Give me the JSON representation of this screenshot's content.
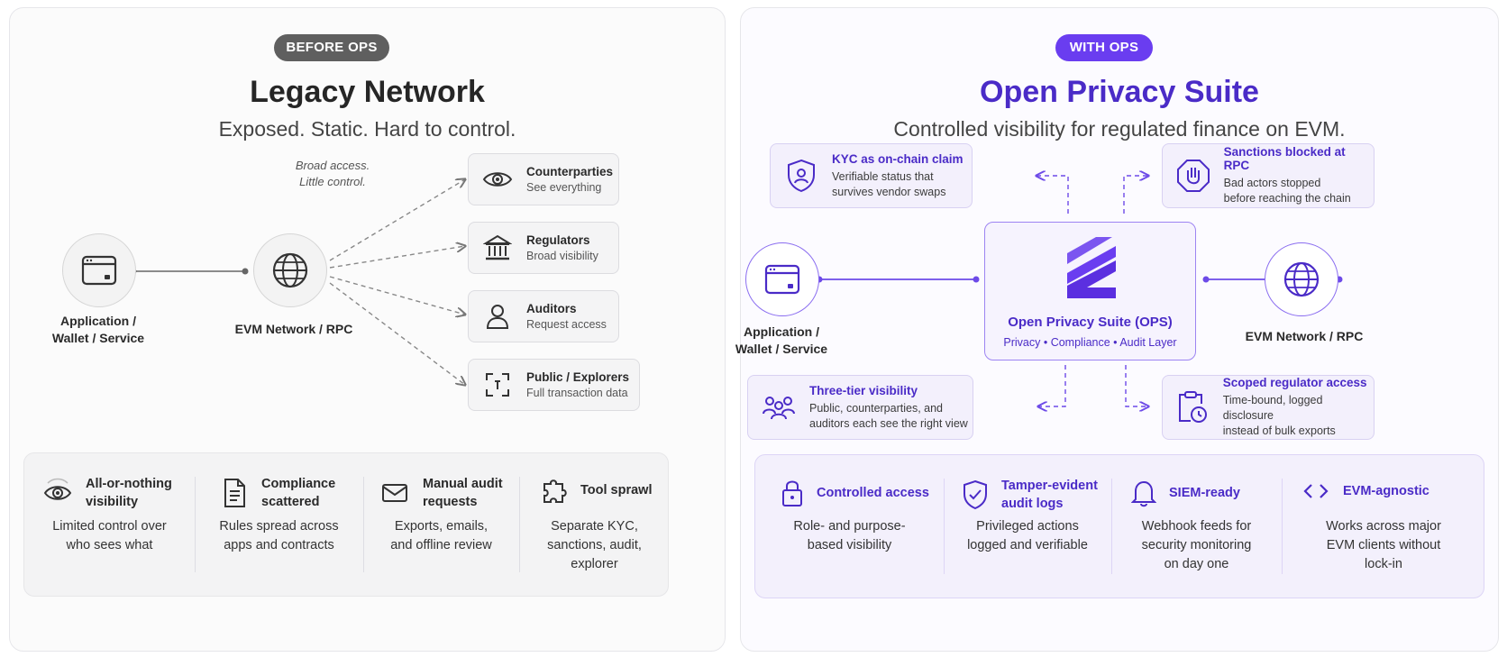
{
  "left": {
    "badge": "BEFORE OPS",
    "title": "Legacy Network",
    "subtitle": "Exposed. Static. Hard to control.",
    "note_line1": "Broad access.",
    "note_line2": "Little control.",
    "node_app_line1": "Application /",
    "node_app_line2": "Wallet / Service",
    "node_evm": "EVM Network / RPC",
    "cards": [
      {
        "title": "Counterparties",
        "desc": "See everything",
        "icon": "eye-icon"
      },
      {
        "title": "Regulators",
        "desc": "Broad visibility",
        "icon": "bank-icon"
      },
      {
        "title": "Auditors",
        "desc": "Request access",
        "icon": "person-icon"
      },
      {
        "title": "Public / Explorers",
        "desc": "Full transaction data",
        "icon": "scan-icon"
      }
    ],
    "features": [
      {
        "title_line1": "All-or-nothing",
        "title_line2": "visibility",
        "desc_line1": "Limited control over",
        "desc_line2": "who sees what",
        "icon": "eye-icon"
      },
      {
        "title_line1": "Compliance",
        "title_line2": "scattered",
        "desc_line1": "Rules spread across",
        "desc_line2": "apps and contracts",
        "icon": "document-icon"
      },
      {
        "title_line1": "Manual audit",
        "title_line2": "requests",
        "desc_line1": "Exports, emails,",
        "desc_line2": "and offline review",
        "icon": "mail-icon"
      },
      {
        "title_line1": "Tool sprawl",
        "desc_line1": "Separate KYC,",
        "desc_line2": "sanctions, audit,",
        "desc_line3": "explorer",
        "icon": "puzzle-icon"
      }
    ]
  },
  "right": {
    "badge": "WITH OPS",
    "title": "Open Privacy Suite",
    "subtitle": "Controlled visibility for regulated finance on EVM.",
    "node_app_line1": "Application /",
    "node_app_line2": "Wallet / Service",
    "node_evm": "EVM Network / RPC",
    "center_title": "Open Privacy Suite (OPS)",
    "center_sub": "Privacy • Compliance • Audit Layer",
    "cards": {
      "kyc": {
        "title": "KYC as on-chain claim",
        "desc_line1": "Verifiable status that",
        "desc_line2": "survives vendor swaps",
        "icon": "shield-person-icon"
      },
      "sanctions": {
        "title": "Sanctions blocked at RPC",
        "desc_line1": "Bad actors stopped",
        "desc_line2": "before reaching the chain",
        "icon": "stop-hand-icon"
      },
      "tier": {
        "title": "Three-tier visibility",
        "desc_line1": "Public, counterparties, and",
        "desc_line2": "auditors each see the right view",
        "icon": "people-icon"
      },
      "scoped": {
        "title": "Scoped regulator access",
        "desc_line1": "Time-bound, logged disclosure",
        "desc_line2": "instead of bulk exports",
        "icon": "clipboard-clock-icon"
      }
    },
    "features": [
      {
        "title_line1": "Controlled access",
        "desc_line1": "Role- and purpose-",
        "desc_line2": "based visibility",
        "icon": "lock-icon"
      },
      {
        "title_line1": "Tamper-evident",
        "title_line2": "audit logs",
        "desc_line1": "Privileged actions",
        "desc_line2": "logged and verifiable",
        "icon": "shield-check-icon"
      },
      {
        "title_line1": "SIEM-ready",
        "desc_line1": "Webhook feeds for",
        "desc_line2": "security monitoring",
        "desc_line3": "on day one",
        "icon": "bell-icon"
      },
      {
        "title_line1": "EVM-agnostic",
        "desc_line1": "Works across major",
        "desc_line2": "EVM clients without",
        "desc_line3": "lock-in",
        "icon": "code-icon"
      }
    ]
  },
  "colors": {
    "gray_badge": "#5f5f5f",
    "purple": "#4a2bc7",
    "purple_accent": "#6d4ae8",
    "purple_badge": "#6a3df0",
    "light_purple": "#f3f0fc"
  }
}
